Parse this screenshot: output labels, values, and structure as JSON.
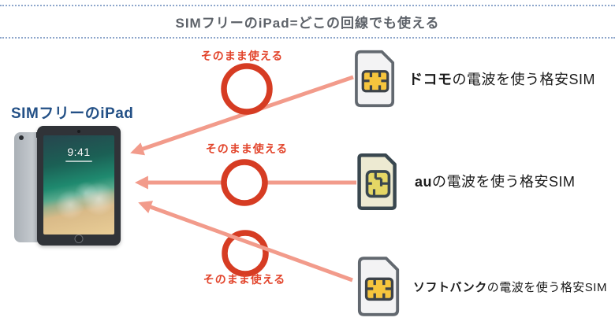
{
  "header": {
    "title": "SIMフリーのiPad=どこの回線でも使える"
  },
  "device": {
    "label": "SIMフリーのiPad",
    "clock": "9:41"
  },
  "connections": [
    {
      "carrier": "ドコモ",
      "suffix": "の電波を使う格安SIM",
      "note": "そのまま使える"
    },
    {
      "carrier": "au",
      "suffix": "の電波を使う格安SIM",
      "note": "そのまま使える"
    },
    {
      "carrier": "ソフトバンク",
      "suffix": "の電波を使う格安SIM",
      "note": "そのまま使える"
    }
  ],
  "icons": {
    "sim_card": "sim-card-icon",
    "circle_mark": "maru-circle-icon",
    "arrow": "arrow-left-icon"
  },
  "colors": {
    "note_red": "#e2442b",
    "circle_red": "#d63c23",
    "arrow_salmon": "#f29b8b",
    "label_blue": "#235086",
    "title_gray": "#5d6269",
    "dotted_border": "#8ea6cb",
    "chip_yellow": "#f6c53d",
    "sim_body_light": "#f3f3f4",
    "sim_body_cream": "#edead2",
    "sim_border_gray": "#62686f",
    "sim_border_teal": "#39474f"
  }
}
